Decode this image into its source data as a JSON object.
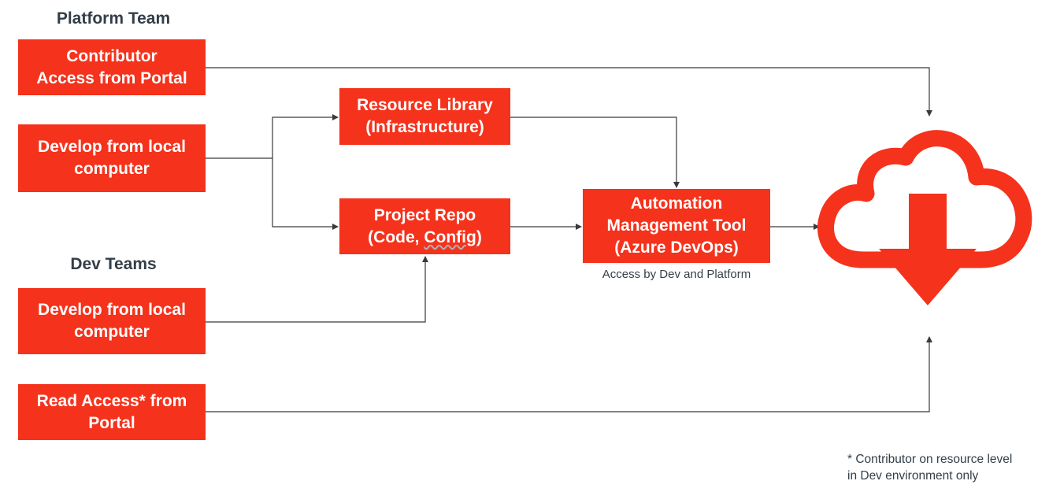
{
  "colors": {
    "accent": "#f5321c",
    "text": "#333e48",
    "connector": "#3a3a3a"
  },
  "headings": {
    "platform": "Platform Team",
    "dev": "Dev Teams"
  },
  "boxes": {
    "contributor_access": "Contributor\nAccess from Portal",
    "platform_develop": "Develop from local\ncomputer",
    "resource_library": "Resource Library\n(Infrastructure)",
    "project_repo_line1": "Project Repo",
    "project_repo_line2_a": "(Code, ",
    "project_repo_line2_b": "Config",
    "project_repo_line2_c": ")",
    "automation_tool": "Automation\nManagement Tool\n(Azure DevOps)",
    "dev_develop": "Develop from local\ncomputer",
    "read_access": "Read Access* from\nPortal"
  },
  "captions": {
    "automation_access": "Access by Dev and Platform"
  },
  "footnote": "* Contributor on resource level\nin Dev environment only",
  "icons": {
    "cloud": "cloud-download-icon"
  }
}
